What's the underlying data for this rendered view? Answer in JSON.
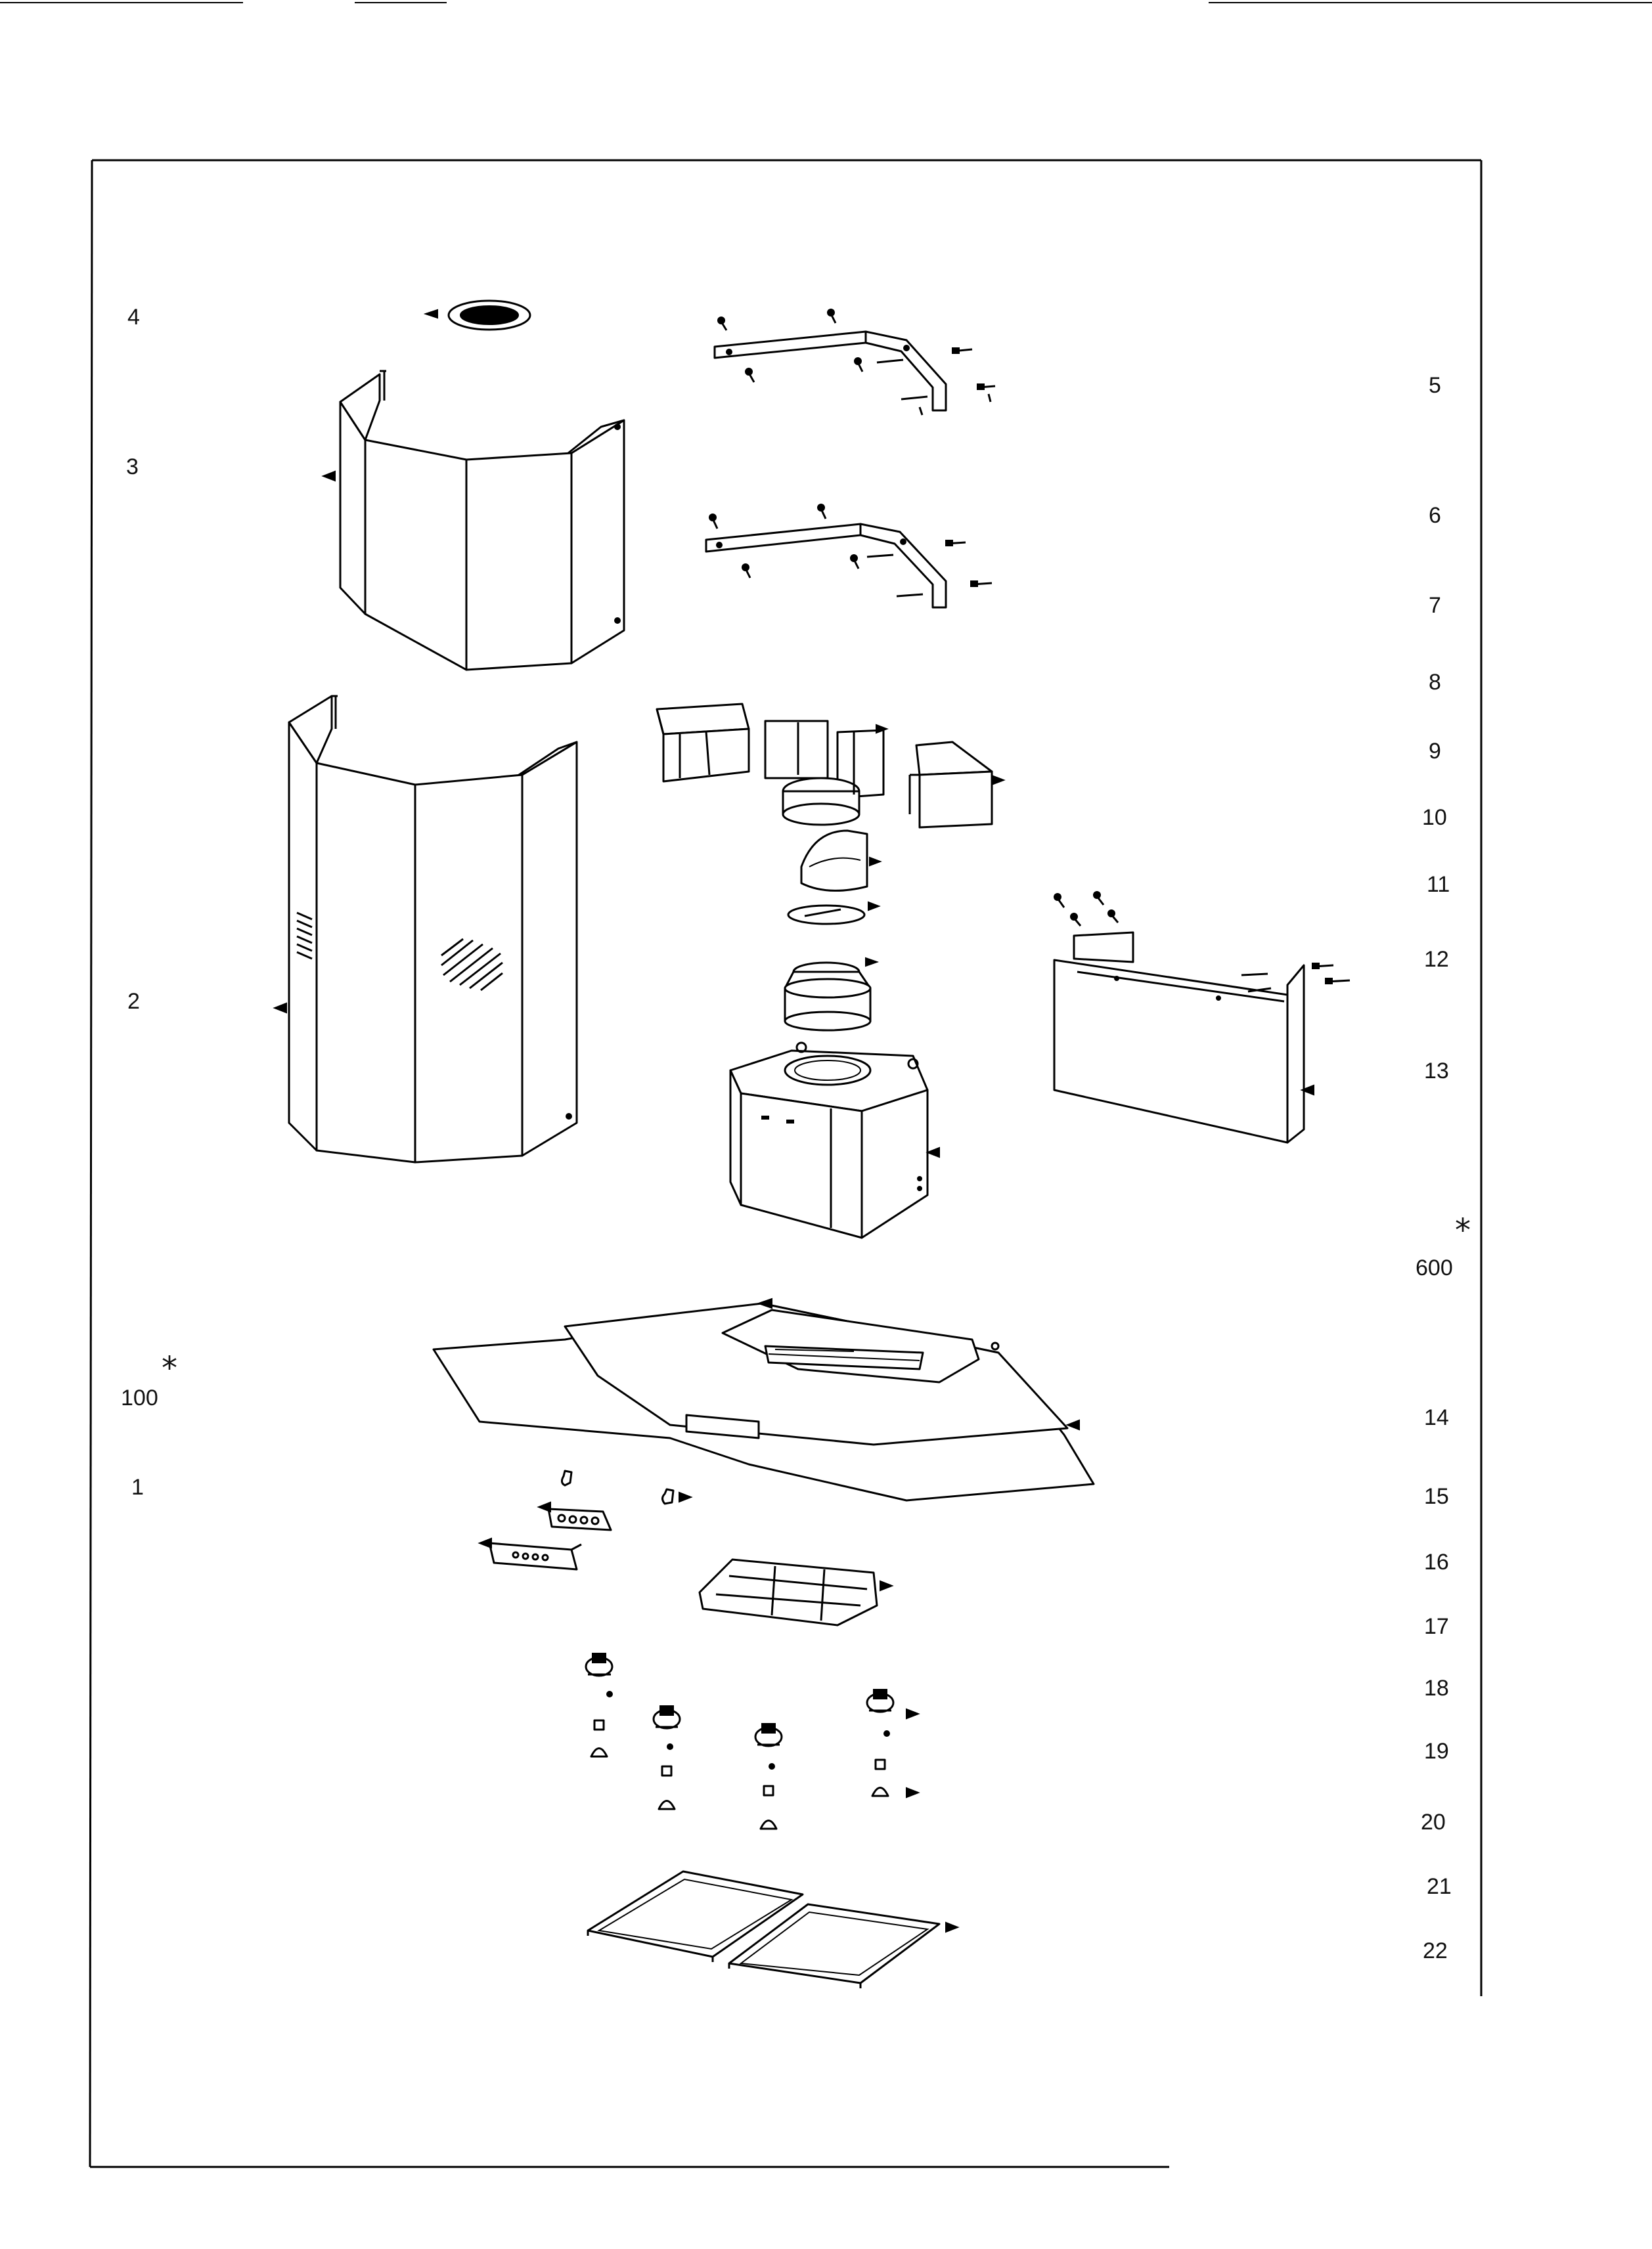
{
  "labels": {
    "left": [
      "4",
      "3",
      "2",
      "100",
      "1"
    ],
    "right": [
      "5",
      "6",
      "7",
      "8",
      "9",
      "10",
      "11",
      "12",
      "13",
      "600",
      "14",
      "15",
      "16",
      "17",
      "18",
      "19",
      "20",
      "21",
      "22"
    ]
  },
  "asterisks": [
    "*",
    "*"
  ],
  "parts": [
    "ring-cover",
    "upper-chimney",
    "lower-chimney",
    "upper-bracket",
    "lower-bracket",
    "duct-adapter-left",
    "duct-adapter-center",
    "duct-adapter-right",
    "duct-elbow",
    "flap-valve",
    "duct-collar",
    "motor-housing",
    "recirculation-panel",
    "hood-canopy",
    "control-panel",
    "switch-bracket",
    "grease-filter-small",
    "lamp-holder",
    "filter-panels"
  ]
}
